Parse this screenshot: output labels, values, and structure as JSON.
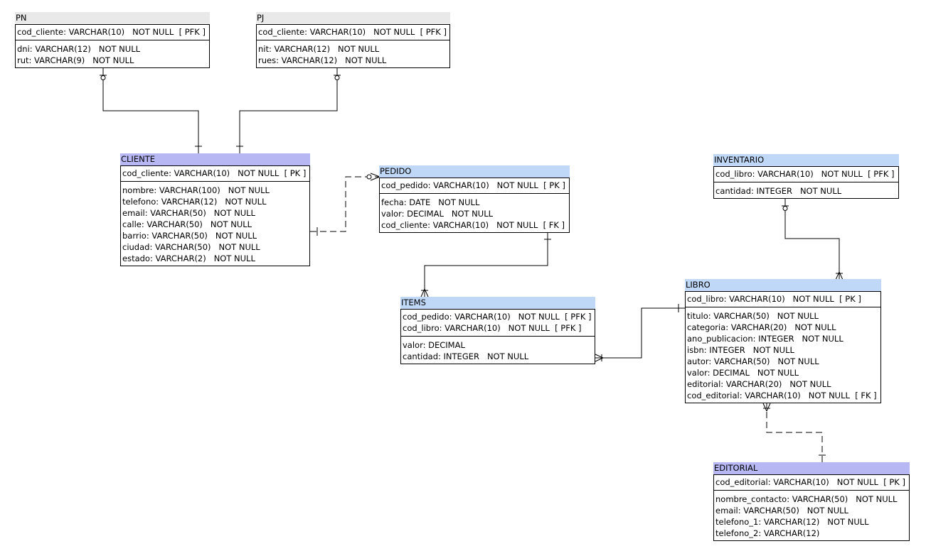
{
  "colors": {
    "header_gray": "#e9e9e9",
    "header_purple": "#b7b7f3",
    "header_blue": "#c0d8f8",
    "line": "#000000"
  },
  "entities": {
    "pn": {
      "name": "PN",
      "pk": [
        "cod_cliente: VARCHAR(10)   NOT NULL  [ PFK ]"
      ],
      "attrs": [
        "dni: VARCHAR(12)   NOT NULL",
        "rut: VARCHAR(9)   NOT NULL"
      ]
    },
    "pj": {
      "name": "PJ",
      "pk": [
        "cod_cliente: VARCHAR(10)   NOT NULL  [ PFK ]"
      ],
      "attrs": [
        "nit: VARCHAR(12)   NOT NULL",
        "rues: VARCHAR(12)   NOT NULL"
      ]
    },
    "cliente": {
      "name": "CLIENTE",
      "pk": [
        "cod_cliente: VARCHAR(10)   NOT NULL  [ PK ]"
      ],
      "attrs": [
        "nombre: VARCHAR(100)   NOT NULL",
        "telefono: VARCHAR(12)   NOT NULL",
        "email: VARCHAR(50)   NOT NULL",
        "calle: VARCHAR(50)   NOT NULL",
        "barrio: VARCHAR(50)   NOT NULL",
        "ciudad: VARCHAR(50)   NOT NULL",
        "estado: VARCHAR(2)   NOT NULL"
      ]
    },
    "pedido": {
      "name": "PEDIDO",
      "pk": [
        "cod_pedido: VARCHAR(10)   NOT NULL  [ PK ]"
      ],
      "attrs": [
        "fecha: DATE   NOT NULL",
        "valor: DECIMAL   NOT NULL",
        "cod_cliente: VARCHAR(10)   NOT NULL  [ FK ]"
      ]
    },
    "items": {
      "name": "ITEMS",
      "pk": [
        "cod_pedido: VARCHAR(10)   NOT NULL  [ PFK ]",
        "cod_libro: VARCHAR(10)   NOT NULL  [ PFK ]"
      ],
      "attrs": [
        "valor: DECIMAL",
        "cantidad: INTEGER   NOT NULL"
      ]
    },
    "inventario": {
      "name": "INVENTARIO",
      "pk": [
        "cod_libro: VARCHAR(10)   NOT NULL  [ PFK ]"
      ],
      "attrs": [
        "cantidad: INTEGER   NOT NULL"
      ]
    },
    "libro": {
      "name": "LIBRO",
      "pk": [
        "cod_libro: VARCHAR(10)   NOT NULL  [ PK ]"
      ],
      "attrs": [
        "titulo: VARCHAR(50)   NOT NULL",
        "categoria: VARCHAR(20)   NOT NULL",
        "ano_publicacion: INTEGER   NOT NULL",
        "isbn: INTEGER   NOT NULL",
        "autor: VARCHAR(50)   NOT NULL",
        "valor: DECIMAL   NOT NULL",
        "editorial: VARCHAR(20)   NOT NULL",
        "cod_editorial: VARCHAR(10)   NOT NULL  [ FK ]"
      ]
    },
    "editorial": {
      "name": "EDITORIAL",
      "pk": [
        "cod_editorial: VARCHAR(10)   NOT NULL  [ PK ]"
      ],
      "attrs": [
        "nombre_contacto: VARCHAR(50)   NOT NULL",
        "email: VARCHAR(50)   NOT NULL",
        "telefono_1: VARCHAR(12)   NOT NULL",
        "telefono_2: VARCHAR(12)"
      ]
    }
  }
}
